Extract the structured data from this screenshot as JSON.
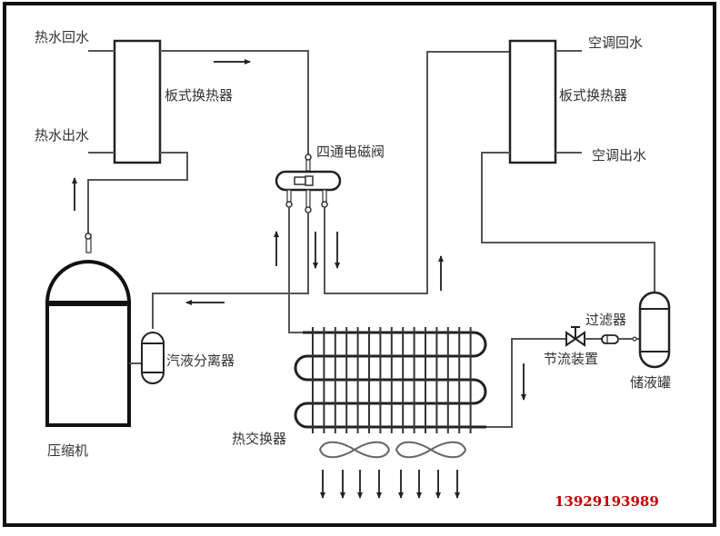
{
  "diagram": {
    "type": "heat-pump refrigeration circuit",
    "labels": {
      "hot_water_return": "热水回水",
      "hot_water_out": "热水出水",
      "plate_hx_left": "板式换热器",
      "plate_hx_right": "板式换热器",
      "four_way_valve": "四通电磁阀",
      "ac_water_return": "空调回水",
      "ac_water_out": "空调出水",
      "compressor": "压缩机",
      "gas_liquid_separator": "汽液分离器",
      "heat_exchanger": "热交换器",
      "filter": "过滤器",
      "throttle_device": "节流装置",
      "liquid_receiver": "储液罐"
    },
    "phone": "13929193989",
    "colors": {
      "line": "#555555",
      "component": "#222222",
      "phone": "#c00000",
      "frame": "#111111"
    }
  }
}
